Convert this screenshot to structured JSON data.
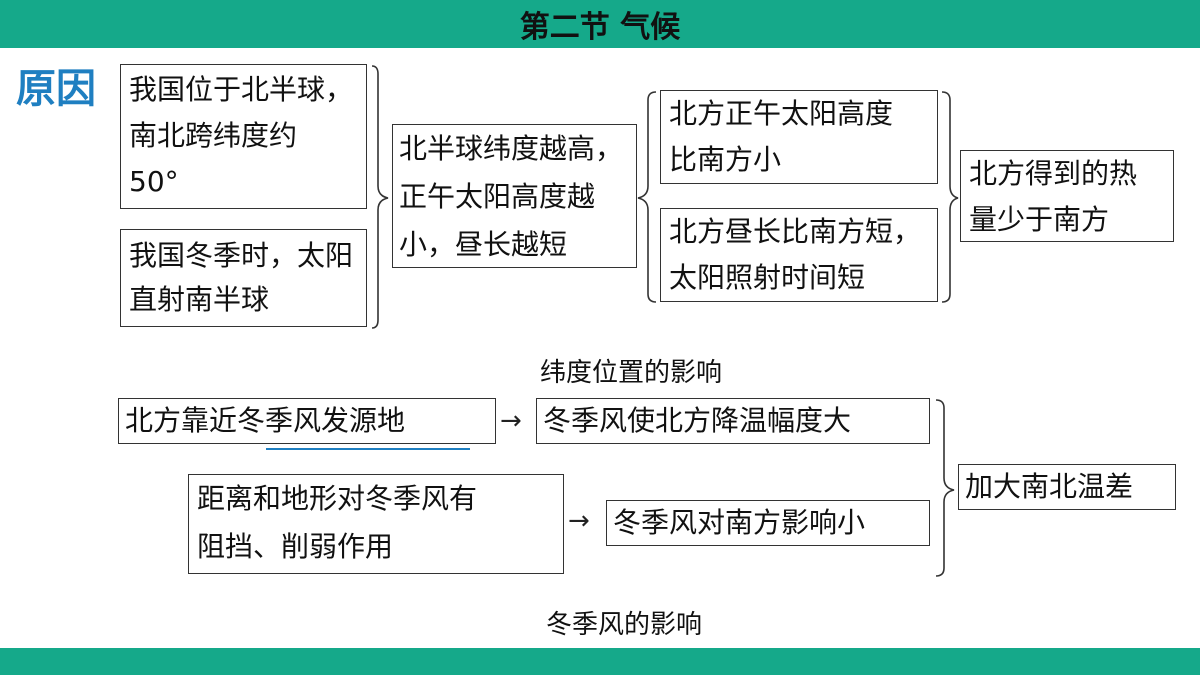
{
  "header": {
    "title": "第二节 气候"
  },
  "colors": {
    "bar": "#15a98a",
    "accent_text": "#1f7fc1",
    "underline": "#1f7fc1"
  },
  "side_label": "原因",
  "latitude": {
    "box1": "我国位于北半球，\n南北跨纬度约\n50°",
    "box2": "我国冬季时，太阳\n直射南半球",
    "middle": "北半球纬度越高，\n正午太阳高度越\n小，昼长越短",
    "right1": "北方正午太阳高度\n比南方小",
    "right2": "北方昼长比南方短，\n太阳照射时间短",
    "result": "北方得到的热\n量少于南方",
    "caption": "纬度位置的影响"
  },
  "winter": {
    "left1": "北方靠近冬季风发源地",
    "right1": "冬季风使北方降温幅度大",
    "left2": "距离和地形对冬季风有\n阻挡、削弱作用",
    "right2": "冬季风对南方影响小",
    "result": "加大南北温差",
    "arrow": "→",
    "caption": "冬季风的影响"
  }
}
